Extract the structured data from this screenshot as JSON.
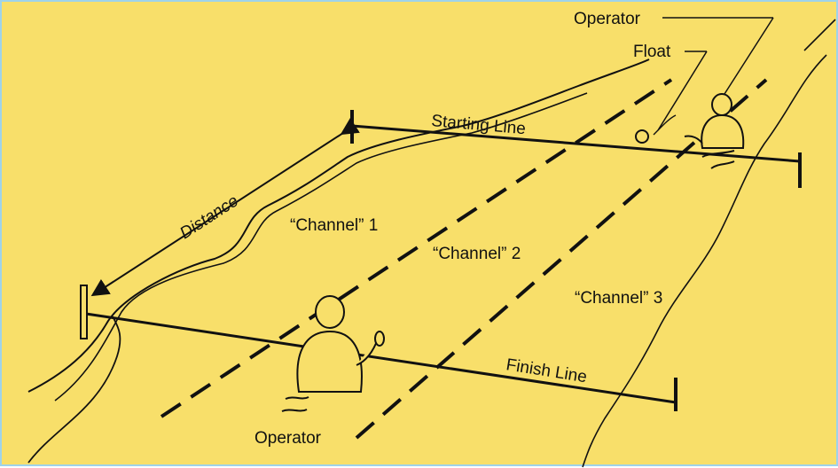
{
  "labels": {
    "operator_top": "Operator",
    "float": "Float",
    "starting_line": "Starting Line",
    "distance": "Distance",
    "channel_1": "“Channel” 1",
    "channel_2": "“Channel” 2",
    "channel_3": "“Channel” 3",
    "finish_line": "Finish Line",
    "operator_bottom": "Operator"
  },
  "colors": {
    "background": "#f8df6a",
    "ink": "#111111",
    "frame": "#9fd3ea"
  }
}
